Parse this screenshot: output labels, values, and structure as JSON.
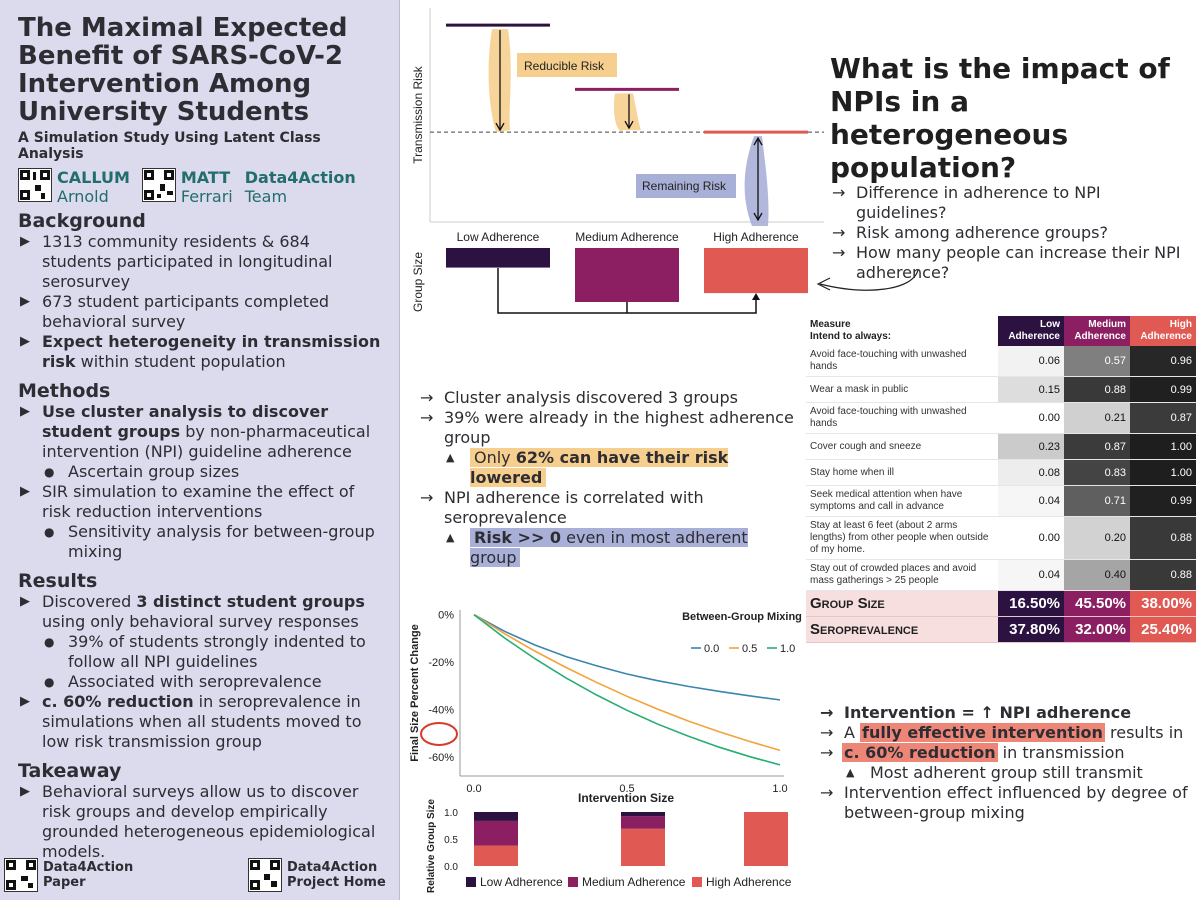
{
  "poster": {
    "title": "The Maximal Expected Benefit of SARS-CoV-2 Intervention Among University Students",
    "subtitle": "A Simulation Study Using Latent Class Analysis",
    "authors": [
      {
        "first": "CALLUM",
        "last": "Arnold"
      },
      {
        "first": "MATT",
        "last": "Ferrari"
      },
      {
        "first": "Data4Action",
        "last": "Team"
      }
    ],
    "background": {
      "heading": "Background",
      "items": [
        "1313 community residents & 684 students participated in longitudinal serosurvey",
        "673 student participants completed behavioral survey",
        "Expect heterogeneity in transmission risk within student population"
      ],
      "bold_lead": "Expect heterogeneity in transmission risk",
      "bold_rest": " within student population"
    },
    "methods": {
      "heading": "Methods",
      "cluster_bold": "Use cluster analysis to discover student groups",
      "cluster_rest": " by non-pharmaceutical intervention (NPI) guideline adherence",
      "sub1": "Ascertain group sizes",
      "sir": "SIR simulation to examine the effect of risk reduction interventions",
      "sub2": "Sensitivity analysis for between-group mixing"
    },
    "results": {
      "heading": "Results",
      "r1_pre": "Discovered ",
      "r1_bold": "3 distinct student groups",
      "r1_post": " using only behavioral survey responses",
      "sub1": "39% of students strongly indented to follow all NPI guidelines",
      "sub2": "Associated with seroprevalence",
      "r2_bold": "c. 60% reduction",
      "r2_post": " in seroprevalence in simulations when all students moved to low risk transmission group"
    },
    "takeaway": {
      "heading": "Takeaway",
      "text": "Behavioral surveys allow us to discover risk groups and develop empirically grounded heterogeneous epidemiological models."
    },
    "footer": {
      "paper_line1": "Data4Action",
      "paper_line2": "Paper",
      "home_line1": "Data4Action",
      "home_line2": "Project Home"
    }
  },
  "impact": {
    "heading": "What is the impact of NPIs in a heterogeneous population?",
    "questions": [
      "Difference in adherence to NPI guidelines?",
      "Risk among adherence groups?",
      "How many people can increase their NPI adherence?"
    ]
  },
  "findings": {
    "f1": "Cluster analysis discovered 3 groups",
    "f2": "39% were already in the highest adherence group",
    "f3_pre": "Only ",
    "f3_bold": "62% can have their risk lowered",
    "f4": "NPI adherence is correlated with seroprevalence",
    "f5_bold": "Risk >> 0",
    "f5_post": " even in most adherent group"
  },
  "intervention": {
    "i1": "Intervention = ↑ NPI adherence",
    "i2_pre": "A ",
    "i2_hl": "fully effective intervention",
    "i2_post": " results in",
    "i3_hl": "c. 60% reduction",
    "i3_post": " in transmission",
    "i4": "Most adherent group still transmit",
    "i5": "Intervention effect influenced by degree of between-group mixing"
  },
  "colors": {
    "low": "#2b1240",
    "medium": "#8c1f62",
    "high": "#e05a53",
    "teal": "#1f9e89",
    "orange": "#f2a33a",
    "green": "#27ad74",
    "blue_line": "#3a86b0"
  },
  "table": {
    "measure_label": "Measure",
    "intend_label": "Intend to always:",
    "headers": [
      "Low Adherence",
      "Medium Adherence",
      "High Adherence"
    ],
    "rows": [
      {
        "label": "Avoid face-touching with unwashed hands",
        "values": [
          0.06,
          0.57,
          0.96
        ]
      },
      {
        "label": "Wear a mask in public",
        "values": [
          0.15,
          0.88,
          0.99
        ]
      },
      {
        "label": "Avoid face-touching with unwashed hands",
        "values": [
          0.0,
          0.21,
          0.87
        ]
      },
      {
        "label": "Cover cough and sneeze",
        "values": [
          0.23,
          0.87,
          1.0
        ]
      },
      {
        "label": "Stay home when ill",
        "values": [
          0.08,
          0.83,
          1.0
        ]
      },
      {
        "label": "Seek medical attention when have symptoms and call in advance",
        "values": [
          0.04,
          0.71,
          0.99
        ]
      },
      {
        "label": "Stay at least 6 feet (about 2 arms lengths) from other people when outside of my home.",
        "values": [
          0.0,
          0.2,
          0.88
        ]
      },
      {
        "label": "Stay out of crowded places and avoid mass gatherings > 25 people",
        "values": [
          0.04,
          0.4,
          0.88
        ]
      }
    ],
    "group_size_label": "Group Size",
    "group_size": [
      "16.50%",
      "45.50%",
      "38.00%"
    ],
    "seroprevalence_label": "Seroprevalence",
    "seroprevalence": [
      "37.80%",
      "32.00%",
      "25.40%"
    ]
  },
  "chart_data": [
    {
      "type": "diagram",
      "ylabel": "Transmission Risk",
      "ylabel2": "Group Size",
      "categories": [
        "Low Adherence",
        "Medium Adherence",
        "High Adherence"
      ],
      "risk_levels": [
        0.92,
        0.62,
        0.42
      ],
      "group_sizes": [
        16.5,
        45.5,
        38.0
      ],
      "annotations": [
        "Reducible Risk",
        "Remaining Risk"
      ]
    },
    {
      "type": "line",
      "xlabel": "Intervention Size",
      "ylabel": "Final Size Percent Change",
      "legend_title": "Between-Group Mixing",
      "xlim": [
        0,
        1
      ],
      "ylim": [
        -68,
        2
      ],
      "x_ticks": [
        "0.0",
        "0.5",
        "1.0"
      ],
      "y_ticks": [
        "0%",
        "-20%",
        "-40%",
        "-60%"
      ],
      "x": [
        0,
        0.1,
        0.2,
        0.3,
        0.4,
        0.5,
        0.6,
        0.7,
        0.8,
        0.9,
        1.0
      ],
      "series": [
        {
          "name": "0.0",
          "values": [
            0,
            -7.0,
            -12.8,
            -17.6,
            -21.5,
            -25.0,
            -27.8,
            -30.2,
            -32.3,
            -34.2,
            -35.9
          ]
        },
        {
          "name": "0.5",
          "values": [
            0,
            -8.0,
            -15.4,
            -22.2,
            -28.5,
            -34.4,
            -39.8,
            -44.8,
            -49.3,
            -53.4,
            -57.2
          ]
        },
        {
          "name": "1.0",
          "values": [
            0,
            -9.8,
            -18.6,
            -26.6,
            -33.8,
            -40.3,
            -46.1,
            -51.2,
            -55.8,
            -59.8,
            -63.3
          ]
        }
      ]
    },
    {
      "type": "bar",
      "ylabel": "Relative Group Size",
      "ylim": [
        0,
        1
      ],
      "y_ticks": [
        "1.0",
        "0.5",
        "0.0"
      ],
      "categories": [
        "0.0",
        "0.5",
        "1.0"
      ],
      "series": [
        {
          "name": "Low Adherence",
          "values": [
            0.165,
            0.08,
            0.0
          ]
        },
        {
          "name": "Medium Adherence",
          "values": [
            0.455,
            0.23,
            0.0
          ]
        },
        {
          "name": "High Adherence",
          "values": [
            0.38,
            0.69,
            1.0
          ]
        }
      ]
    }
  ]
}
